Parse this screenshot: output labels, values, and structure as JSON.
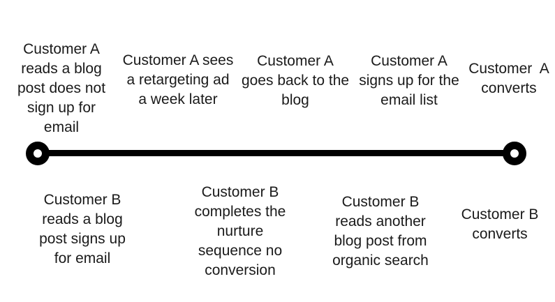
{
  "timeline": {
    "background_color": "#ffffff",
    "line_color": "#000000",
    "text_color": "#1a1a1a",
    "customer_a_steps": [
      "Customer A\nreads a blog\npost does not\nsign up for\nemail",
      "Customer A sees\na retargeting ad\na week later",
      "Customer A\ngoes back to the\nblog",
      "Customer A\nsigns up for the\nemail list",
      "Customer  A\nconverts"
    ],
    "customer_b_steps": [
      "Customer B\nreads a blog\npost signs up\nfor email",
      "Customer B\ncompletes the\nnurture\nsequence no\nconversion",
      "Customer B\nreads another\nblog post from\norganic search",
      "Customer B\nconverts"
    ]
  }
}
